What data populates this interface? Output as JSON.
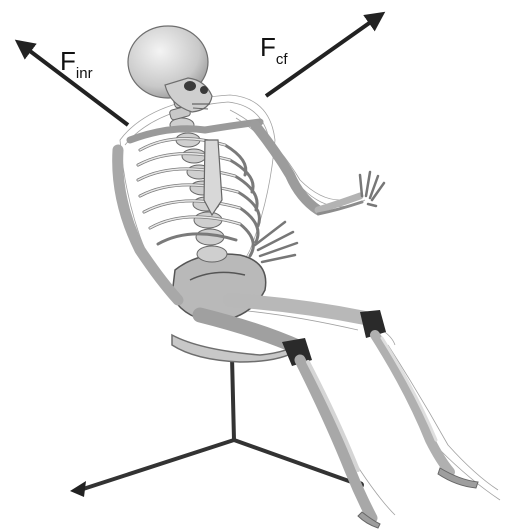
{
  "figure": {
    "labels": {
      "f_inr": {
        "main": "F",
        "sub": "inr"
      },
      "f_cf": {
        "main": "F",
        "sub": "cf"
      }
    },
    "colors": {
      "background": "#ffffff",
      "arrow": "#222222",
      "bone_fill": "#d7d7d7",
      "bone_stroke": "#6e6e6e",
      "joint": "#2a2a2a",
      "mesh": "#8a8a8a"
    }
  }
}
